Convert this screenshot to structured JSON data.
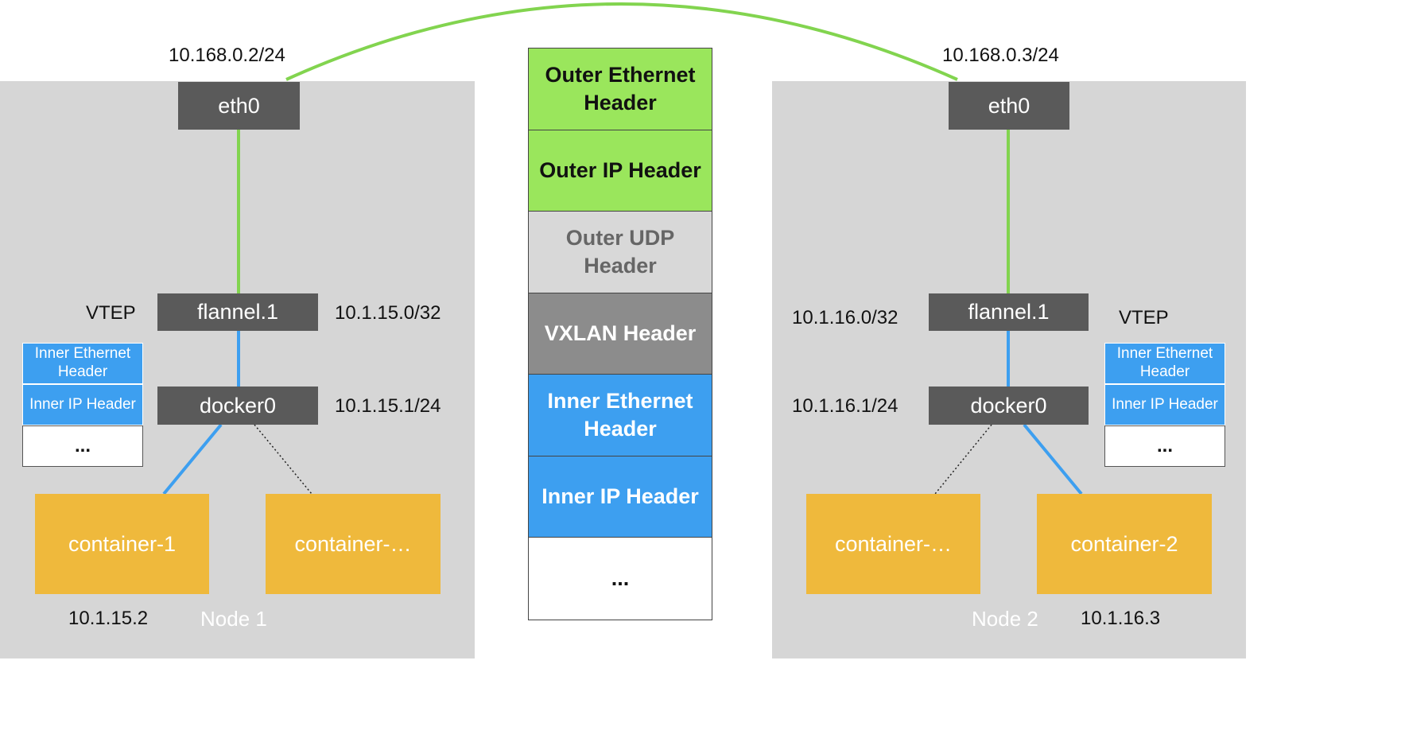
{
  "node1": {
    "name": "Node 1",
    "eth": {
      "label": "eth0",
      "ip": "10.168.0.2/24"
    },
    "vtep_label": "VTEP",
    "flannel": {
      "label": "flannel.1",
      "ip": "10.1.15.0/32"
    },
    "docker": {
      "label": "docker0",
      "ip": "10.1.15.1/24"
    },
    "containers": [
      {
        "label": "container-1",
        "ip": "10.1.15.2"
      },
      {
        "label": "container-…"
      }
    ],
    "mini_stack": [
      "Inner Ethernet Header",
      "Inner IP Header",
      "..."
    ]
  },
  "node2": {
    "name": "Node 2",
    "eth": {
      "label": "eth0",
      "ip": "10.168.0.3/24"
    },
    "vtep_label": "VTEP",
    "flannel": {
      "label": "flannel.1",
      "ip": "10.1.16.0/32"
    },
    "docker": {
      "label": "docker0",
      "ip": "10.1.16.1/24"
    },
    "containers": [
      {
        "label": "container-…"
      },
      {
        "label": "container-2",
        "ip": "10.1.16.3"
      }
    ],
    "mini_stack": [
      "Inner Ethernet Header",
      "Inner IP Header",
      "..."
    ]
  },
  "packet": [
    {
      "label": "Outer Ethernet Header"
    },
    {
      "label": "Outer IP Header"
    },
    {
      "label": "Outer UDP Header"
    },
    {
      "label": "VXLAN Header"
    },
    {
      "label": "Inner Ethernet Header"
    },
    {
      "label": "Inner IP Header"
    },
    {
      "label": "..."
    }
  ],
  "colors": {
    "node_bg": "#d6d6d6",
    "device": "#5a5a5a",
    "container": "#efb93c",
    "green_link": "#82d44f",
    "blue_link": "#3d9ff0",
    "dotted_link": "#222222",
    "outer_green": "#9ae65c",
    "outer_udp": "#d8d8d8",
    "vxlan": "#8c8c8c",
    "inner_blue": "#3d9ff0"
  },
  "icons": []
}
